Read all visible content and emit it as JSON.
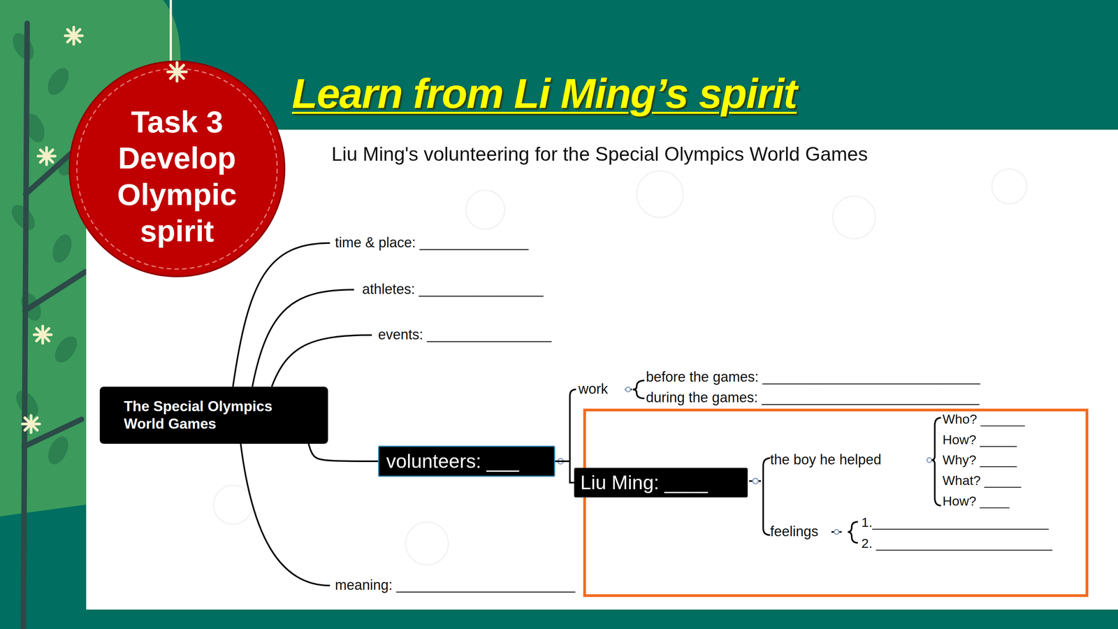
{
  "diagram": {
    "title": "Learn from Li Ming’s spirit",
    "nodes": [
      {
        "text": [
          "Task 3 Develop Olympic spirit"
        ]
      },
      {
        "text": [
          "The Special Olympics World Games"
        ]
      },
      {
        "text": [
          "volunteers: ___"
        ]
      },
      {
        "text": [
          "Liu Ming: ____"
        ]
      }
    ],
    "edges": [
      {
        "from": 1,
        "to": 2,
        "arrow": "none"
      },
      {
        "from": 2,
        "to": 3,
        "arrow": "none"
      }
    ],
    "labels": [
      "Liu Ming's volunteering for the Special Olympics World Games",
      "time & place: ______________",
      "athletes: ________________",
      "events: ________________",
      "work",
      "before the games: ____________________________",
      "during the games: ____________________________",
      "the boy he helped",
      "Who? ______",
      "How? _____",
      "Why? _____",
      "What? _____",
      "How? ____",
      "feelings",
      "1.________________________",
      "2. ________________________",
      "meaning: _______________________"
    ]
  }
}
